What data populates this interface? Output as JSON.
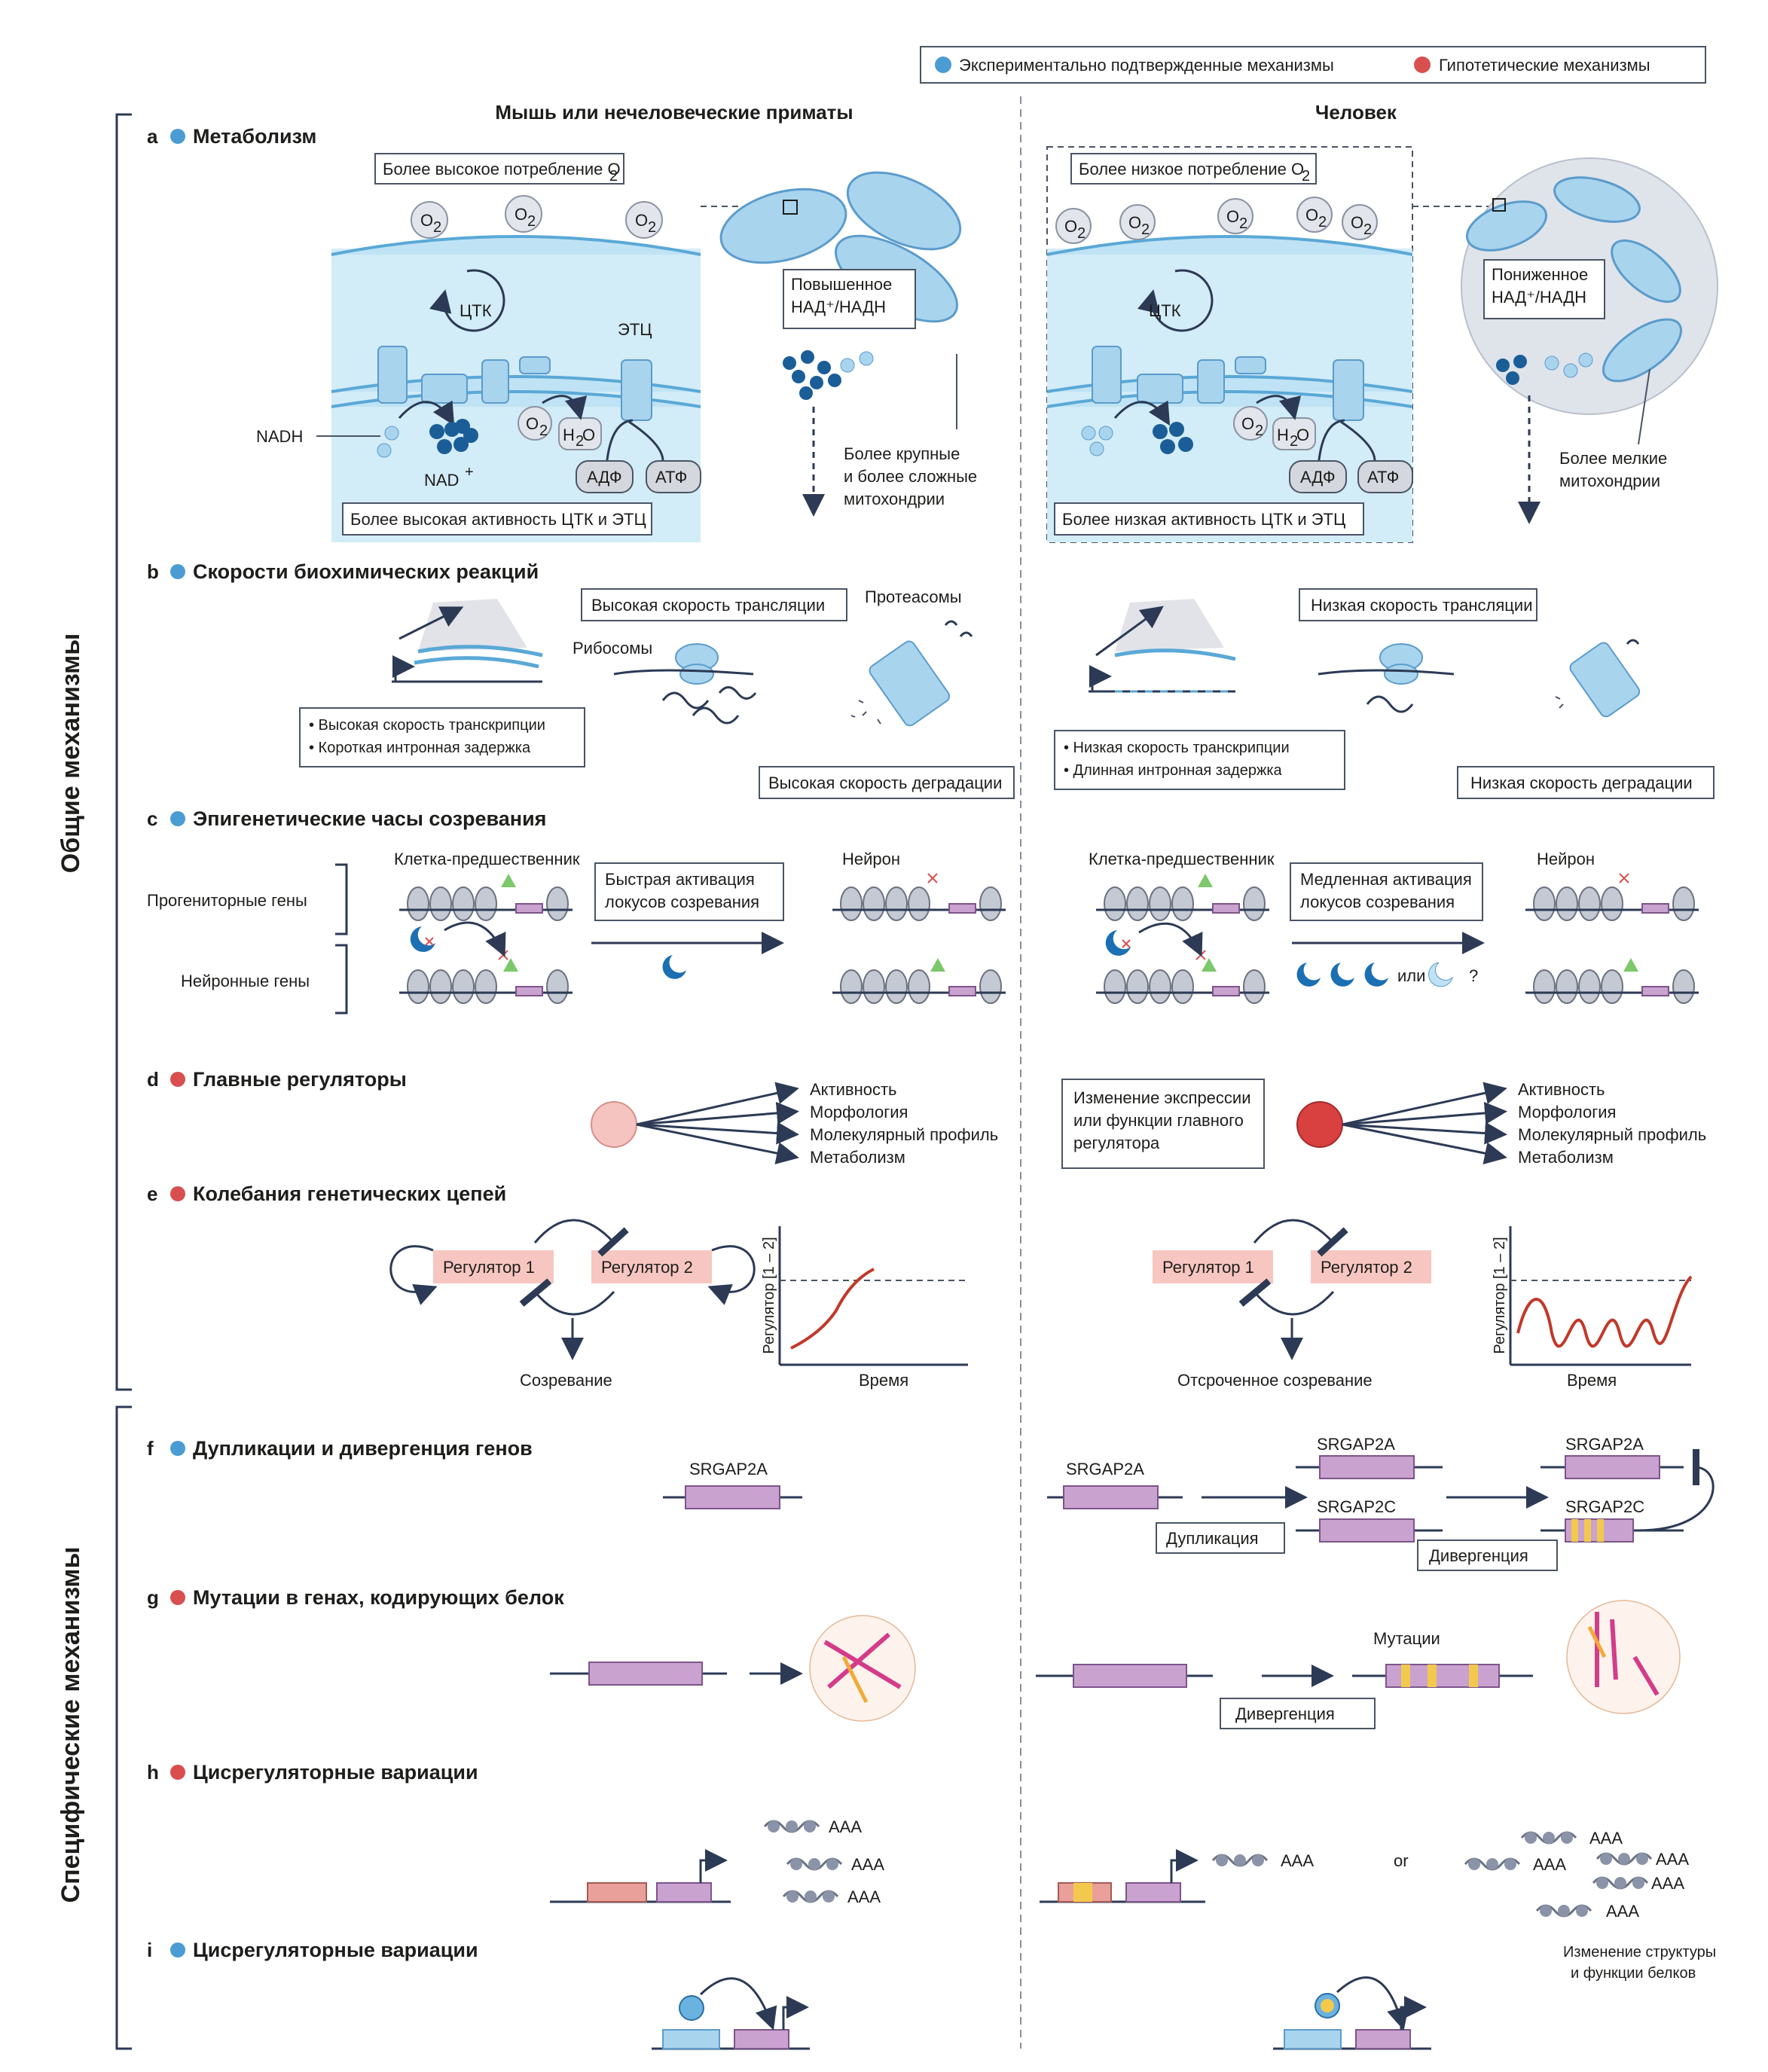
{
  "legend": {
    "experimental": "Экспериментально подтвержденные механизмы",
    "hypothetical": "Гипотетические механизмы",
    "experimental_color": "#4b9cd3",
    "hypothetical_color": "#d94f4f"
  },
  "columns": {
    "left": "Мышь или нечеловеческие приматы",
    "right": "Человек"
  },
  "groups": {
    "general": "Общие механизмы",
    "specific": "Специфические механизмы"
  },
  "sections": [
    {
      "letter": "a",
      "title": "Метаболизм",
      "kind": "experimental"
    },
    {
      "letter": "b",
      "title": "Скорости биохимических реакций",
      "kind": "experimental"
    },
    {
      "letter": "c",
      "title": "Эпигенетические часы созревания",
      "kind": "experimental"
    },
    {
      "letter": "d",
      "title": "Главные регуляторы",
      "kind": "hypothetical"
    },
    {
      "letter": "e",
      "title": "Колебания генетических цепей",
      "kind": "hypothetical"
    },
    {
      "letter": "f",
      "title": "Дупликации и дивергенция генов",
      "kind": "experimental"
    },
    {
      "letter": "g",
      "title": "Мутации в генах, кодирующих белок",
      "kind": "hypothetical"
    },
    {
      "letter": "h",
      "title": "Цисрегуляторные вариации",
      "kind": "hypothetical"
    },
    {
      "letter": "i",
      "title": "Цисрегуляторные вариации",
      "kind": "experimental"
    }
  ],
  "metabolism": {
    "left_o2_callout": "Более высокое потребление O",
    "right_o2_callout": "Более низкое потребление O",
    "o2": "O",
    "sub2": "2",
    "h2o_h": "H",
    "h2o_o": "O",
    "tca": "ЦТК",
    "etc": "ЭТЦ",
    "nadh": "NADH",
    "nad": "NAD",
    "nad_plus": "+",
    "adp": "АДФ",
    "atp": "АТФ",
    "left_activity": "Более высокая активность ЦТК и ЭТЦ",
    "right_activity": "Более низкая активность ЦТК и ЭТЦ",
    "left_ratio_1": "Повышенное",
    "right_ratio_1": "Пониженное",
    "ratio_2": "НАД⁺/НАДН",
    "left_mito_1": "Более крупные",
    "left_mito_2": "и более сложные",
    "left_mito_3": "митохондрии",
    "right_mito_1": "Более мелкие",
    "right_mito_2": "митохондрии"
  },
  "rates": {
    "left_translation": "Высокая скорость трансляции",
    "right_translation": "Низкая скорость трансляции",
    "ribosomes": "Рибосомы",
    "proteasomes": "Протеасомы",
    "left_transcription": "• Высокая скорость транскрипции",
    "left_intron": "• Короткая интронная задержка",
    "right_transcription": "• Низкая скорость транскрипции",
    "right_intron": "• Длинная интронная задержка",
    "left_degradation": "Высокая скорость деградации",
    "right_degradation": "Низкая скорость деградации"
  },
  "epigenetic": {
    "progenitor_cell": "Клетка-предшественник",
    "neuron": "Нейрон",
    "progenitor_genes": "Прогениторные гены",
    "neuronal_genes": "Нейронные гены",
    "left_act_1": "Быстрая активация",
    "right_act_1": "Медленная активация",
    "act_2": "локусов созревания",
    "or": "или",
    "question": "?"
  },
  "master": {
    "outputs": [
      "Активность",
      "Морфология",
      "Молекулярный профиль",
      "Метаболизм"
    ],
    "change_1": "Изменение экспрессии",
    "change_2": "или функции главного",
    "change_3": "регулятора"
  },
  "oscillation": {
    "reg1": "Регулятор 1",
    "reg2": "Регулятор 2",
    "maturation": "Созревание",
    "delayed": "Отсроченное созревание",
    "ylabel": "Регулятор [1 – 2]",
    "xlabel": "Время",
    "line_color": "#c0392b"
  },
  "duplication": {
    "srgap2a": "SRGAP2A",
    "srgap2c": "SRGAP2C",
    "duplication": "Дупликация",
    "divergence": "Дивергенция"
  },
  "mutations": {
    "mutations": "Мутации",
    "divergence": "Дивергенция"
  },
  "cisreg": {
    "aaa": "AAA",
    "or": "or",
    "protein_1": "Изменение структуры",
    "protein_2": "и функции белков"
  }
}
